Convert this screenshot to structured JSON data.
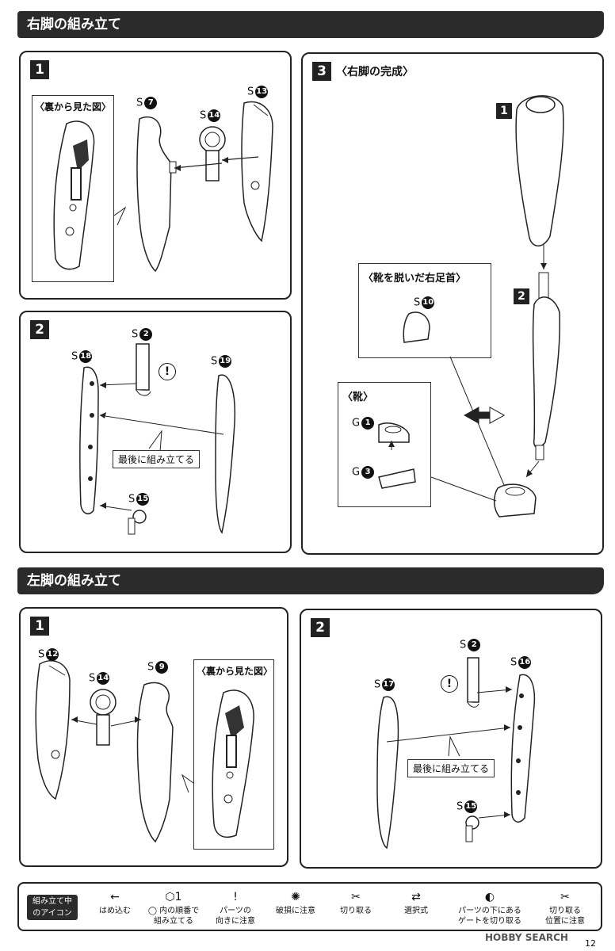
{
  "sections": {
    "right_leg": "右脚の組み立て",
    "left_leg": "左脚の組み立て"
  },
  "right": {
    "step1": {
      "num": "1",
      "back_view": "〈裏から見た図〉",
      "parts": {
        "s7": "7",
        "s14": "14",
        "s13": "13"
      },
      "prefix": "S"
    },
    "step2": {
      "num": "2",
      "parts": {
        "s2": "2",
        "s18": "18",
        "s19": "19",
        "s15": "15"
      },
      "prefix": "S",
      "warn": "!",
      "last_note": "最後に組み立てる"
    },
    "step3": {
      "num": "3",
      "title": "〈右脚の完成〉",
      "tag1": "1",
      "tag2": "2",
      "barefoot_title": "〈靴を脱いだ右足首〉",
      "barefoot_part": "10",
      "shoe_title": "〈靴〉",
      "g1": "1",
      "g3": "3",
      "prefix_s": "S",
      "prefix_g": "G"
    }
  },
  "left": {
    "step1": {
      "num": "1",
      "back_view": "〈裏から見た図〉",
      "parts": {
        "s12": "12",
        "s14": "14",
        "s9": "9"
      },
      "prefix": "S"
    },
    "step2": {
      "num": "2",
      "parts": {
        "s2": "2",
        "s16": "16",
        "s17": "17",
        "s15": "15"
      },
      "prefix": "S",
      "warn": "!",
      "last_note": "最後に組み立てる"
    }
  },
  "legend": {
    "title_line1": "組み立て中",
    "title_line2": "のアイコン",
    "items": [
      {
        "icon": "←",
        "line1": "はめ込む",
        "line2": ""
      },
      {
        "icon": "⬡1",
        "line1": "◯ 内の順番で",
        "line2": "組み立てる"
      },
      {
        "icon": "!",
        "line1": "パーツの",
        "line2": "向きに注意"
      },
      {
        "icon": "✺",
        "line1": "破損に注意",
        "line2": ""
      },
      {
        "icon": "✂",
        "line1": "切り取る",
        "line2": ""
      },
      {
        "icon": "⇄",
        "line1": "選択式",
        "line2": ""
      },
      {
        "icon": "◐",
        "line1": "パーツの下にある",
        "line2": "ゲートを切り取る"
      },
      {
        "icon": "✂",
        "line1": "切り取る",
        "line2": "位置に注意"
      }
    ]
  },
  "watermark": "HOBBY SEARCH",
  "page_number": "12"
}
